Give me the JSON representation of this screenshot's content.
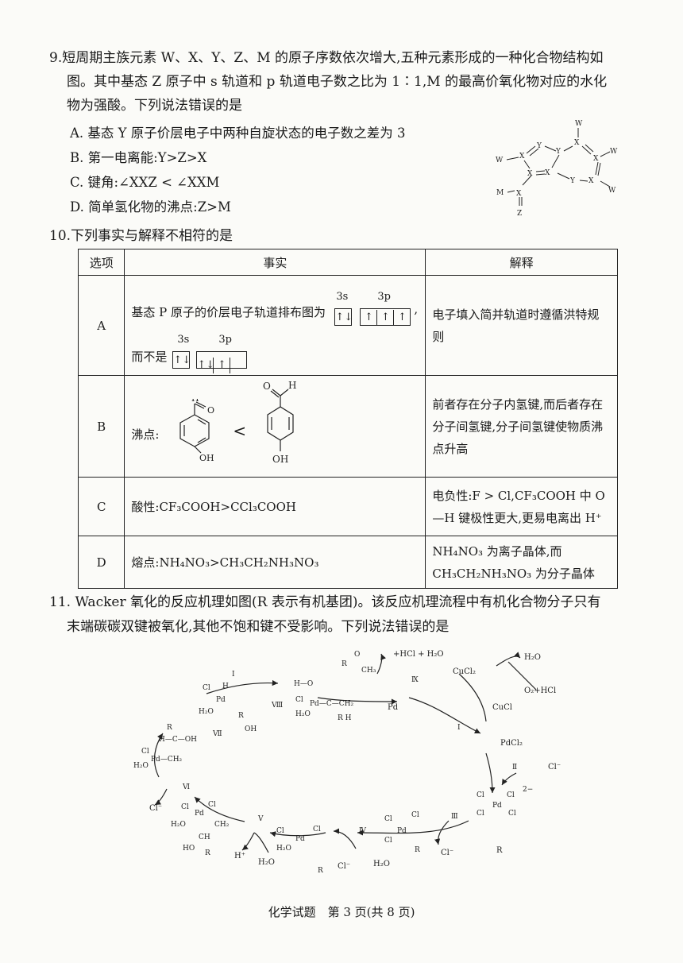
{
  "q9": {
    "stem_line1": "9.短周期主族元素 W、X、Y、Z、M 的原子序数依次增大,五种元素形成的一种化合物结构如",
    "stem_line2": "图。其中基态 Z 原子中 s 轨道和 p 轨道电子数之比为 1∶1,M 的最高价氧化物对应的水化",
    "stem_line3": "物为强酸。下列说法错误的是",
    "options": [
      "A. 基态 Y 原子价层电子中两种自旋状态的电子数之差为 3",
      "B. 第一电离能:Y>Z>X",
      "C. 键角:∠XXZ < ∠XXM",
      "D. 简单氢化物的沸点:Z>M"
    ],
    "structure_labels": {
      "w": "W",
      "x": "X",
      "y": "Y",
      "m": "M",
      "z": "Z"
    }
  },
  "q10": {
    "stem": "10.下列事实与解释不相符的是",
    "headers": [
      "选项",
      "事实",
      "解释"
    ],
    "rows": [
      {
        "label": "A",
        "fact_prefix": "基态 P 原子的价层电子轨道排布图为",
        "fact_mid": "而不是",
        "orb_3s": "3s",
        "orb_3p": "3p",
        "comma": ",",
        "explanation": "电子填入简并轨道时遵循洪特规则"
      },
      {
        "label": "B",
        "fact_prefix": "沸点:",
        "less_than": "<",
        "explanation": "前者存在分子内氢键,而后者存在分子间氢键,分子间氢键使物质沸点升高"
      },
      {
        "label": "C",
        "fact": "酸性:CF₃COOH>CCl₃COOH",
        "explanation": "电负性:F > Cl,CF₃COOH 中 O—H 键极性更大,更易电离出 H⁺"
      },
      {
        "label": "D",
        "fact": "熔点:NH₄NO₃>CH₃CH₂NH₃NO₃",
        "explanation_line1": "NH₄NO₃ 为离子晶体,而",
        "explanation_line2": "CH₃CH₂NH₃NO₃ 为分子晶体"
      }
    ]
  },
  "q11": {
    "stem_line1": "11. Wacker 氧化的反应机理如图(R 表示有机基团)。该反应机理流程中有机化合物分子只有",
    "stem_line2": "末端碳碳双键被氧化,其他不饱和键不受影响。下列说法错误的是",
    "steps": [
      "Ⅰ",
      "Ⅱ",
      "Ⅲ",
      "Ⅳ",
      "Ⅴ",
      "Ⅵ",
      "Ⅶ",
      "Ⅷ",
      "Ⅸ"
    ],
    "species": {
      "pd": "Pd",
      "pdcl2": "PdCl₂",
      "cucl2": "CuCl₂",
      "cucl": "CuCl",
      "h2o": "H₂O",
      "o2hcl": "O₂+HCl",
      "hcl_h2o": "+HCl + H₂O",
      "cl_minus": "Cl⁻",
      "h_plus": "H⁺",
      "r": "R"
    }
  },
  "footer": "化学试题　第 3 页(共 8 页)"
}
